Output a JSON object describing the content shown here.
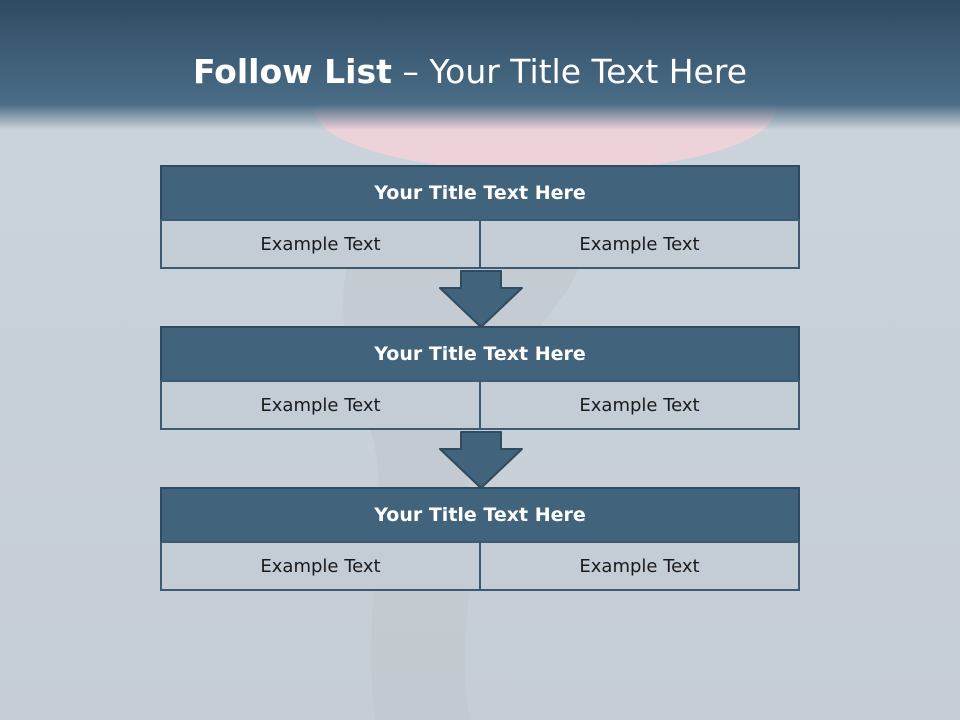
{
  "slide": {
    "title_bold": "Follow List",
    "title_rest": "– Your Title Text Here"
  },
  "steps": [
    {
      "title": "Your Title Text Here",
      "left": "Example Text",
      "right": "Example Text"
    },
    {
      "title": "Your Title Text Here",
      "left": "Example Text",
      "right": "Example Text"
    },
    {
      "title": "Your Title Text Here",
      "left": "Example Text",
      "right": "Example Text"
    }
  ],
  "colors": {
    "header_band": "#3b5a73",
    "block_title_fill": "#41637b",
    "cell_fill": "#c4ccd5",
    "arrow_fill": "#41637b",
    "accent_pink": "#f3d3d9"
  }
}
